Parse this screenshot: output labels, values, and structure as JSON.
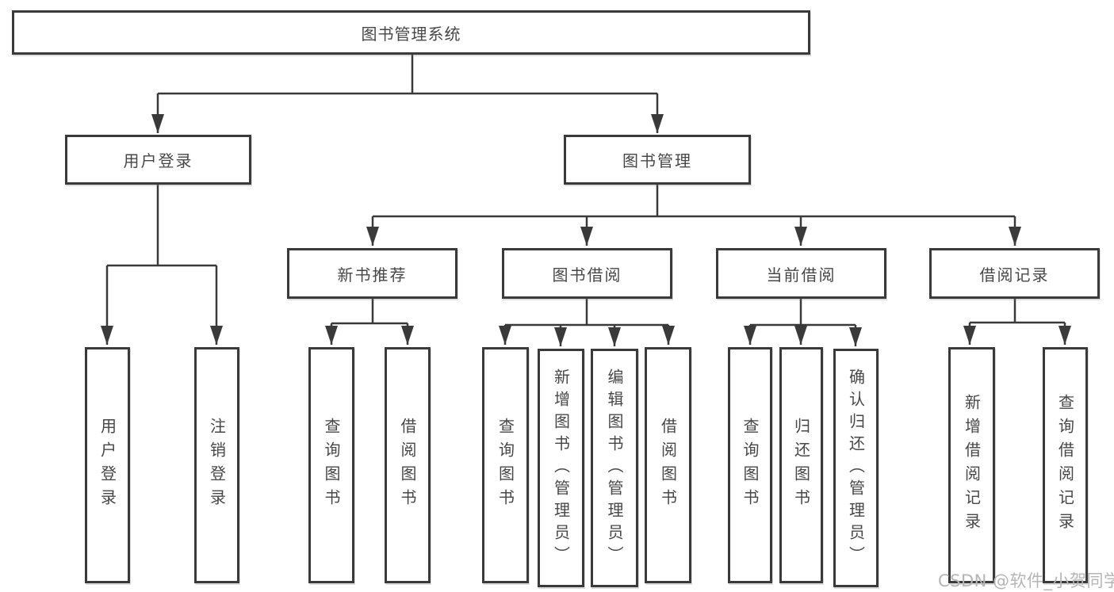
{
  "tree": {
    "label": "图书管理系统",
    "children": [
      {
        "label": "用户登录",
        "children": [
          {
            "label": "用户登录"
          },
          {
            "label": "注销登录"
          }
        ]
      },
      {
        "label": "图书管理",
        "children": [
          {
            "label": "新书推荐",
            "children": [
              {
                "label": "查询图书"
              },
              {
                "label": "借阅图书"
              }
            ]
          },
          {
            "label": "图书借阅",
            "children": [
              {
                "label": "查询图书"
              },
              {
                "label": "新增图书（管理员）"
              },
              {
                "label": "编辑图书（管理员）"
              },
              {
                "label": "借阅图书"
              }
            ]
          },
          {
            "label": "当前借阅",
            "children": [
              {
                "label": "查询图书"
              },
              {
                "label": "归还图书"
              },
              {
                "label": "确认归还（管理员）"
              }
            ]
          },
          {
            "label": "借阅记录",
            "children": [
              {
                "label": "新增借阅记录"
              },
              {
                "label": "查询借阅记录"
              }
            ]
          }
        ]
      }
    ]
  },
  "watermark": {
    "text": "CSDN @软件_小贺同学",
    "color": "#b5b5b5"
  },
  "colors": {
    "line": "#3a3a3a",
    "box_border": "#3a3a3a",
    "text": "#474747",
    "background": "#ffffff"
  }
}
